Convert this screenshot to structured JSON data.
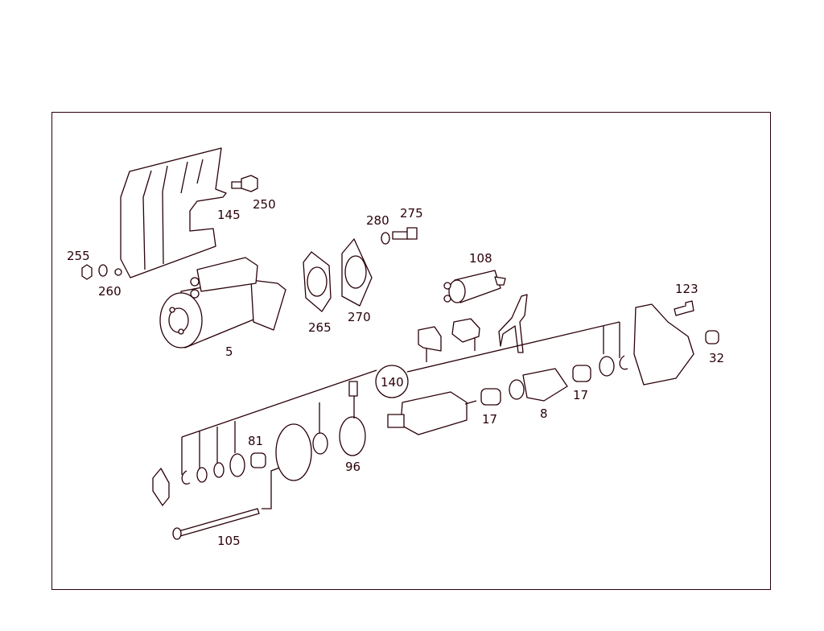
{
  "diagram": {
    "line_color": "#2a0008",
    "callouts": [
      {
        "id": "255",
        "text": "255"
      },
      {
        "id": "260",
        "text": "260"
      },
      {
        "id": "145",
        "text": "145"
      },
      {
        "id": "250",
        "text": "250"
      },
      {
        "id": "5",
        "text": "5"
      },
      {
        "id": "265",
        "text": "265"
      },
      {
        "id": "270",
        "text": "270"
      },
      {
        "id": "280",
        "text": "280"
      },
      {
        "id": "275",
        "text": "275"
      },
      {
        "id": "108",
        "text": "108"
      },
      {
        "id": "123",
        "text": "123"
      },
      {
        "id": "32",
        "text": "32"
      },
      {
        "id": "140",
        "text": "140"
      },
      {
        "id": "17a",
        "text": "17"
      },
      {
        "id": "17b",
        "text": "17"
      },
      {
        "id": "8",
        "text": "8"
      },
      {
        "id": "81",
        "text": "81"
      },
      {
        "id": "96",
        "text": "96"
      },
      {
        "id": "105",
        "text": "105"
      }
    ]
  }
}
